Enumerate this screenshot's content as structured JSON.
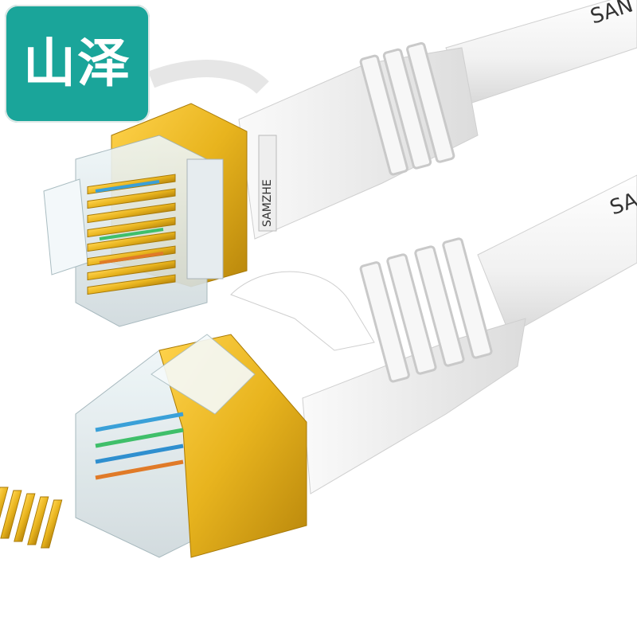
{
  "brand": {
    "logo_text": "山泽",
    "logo_color": "#1aa59a",
    "cable_print": "SAN",
    "cable_print_2": "SA",
    "connector_print": "SAMZHE"
  },
  "colors": {
    "gold": "#e8b41e",
    "gold_dark": "#b8860b",
    "cable": "#f4f4f4"
  }
}
